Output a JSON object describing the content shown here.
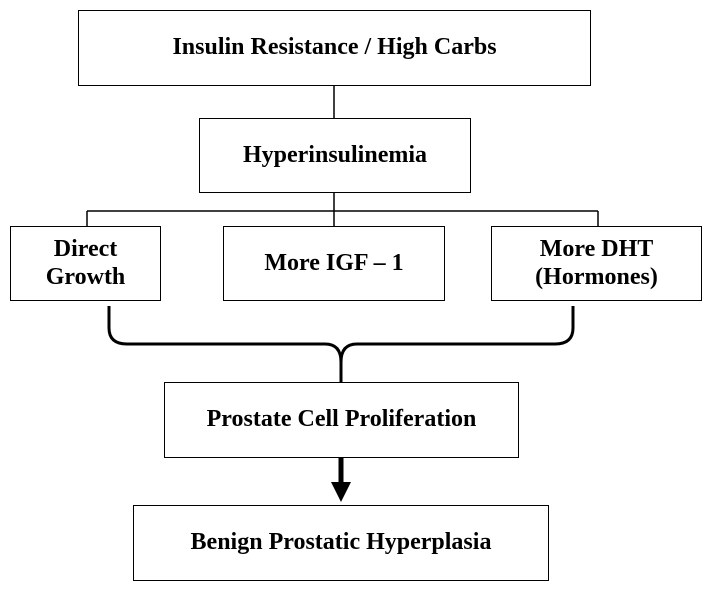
{
  "diagram": {
    "nodes": {
      "insulin_resistance": "Insulin Resistance / High Carbs",
      "hyperinsulinemia": "Hyperinsulinemia",
      "direct_growth": "Direct\nGrowth",
      "more_igf1": "More IGF – 1",
      "more_dht": "More DHT\n(Hormones)",
      "prostate_cell_proliferation": "Prostate Cell Proliferation",
      "bph": "Benign Prostatic Hyperplasia"
    },
    "colors": {
      "stroke": "#000000",
      "background": "#ffffff",
      "text": "#000000"
    }
  }
}
